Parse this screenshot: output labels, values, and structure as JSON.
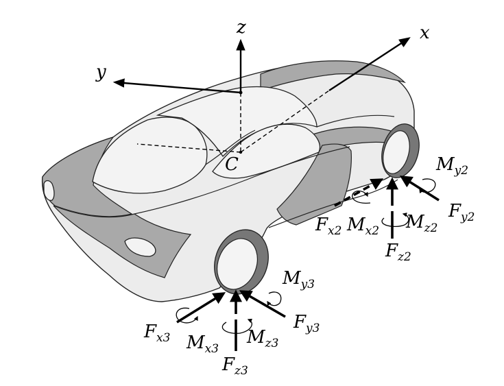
{
  "labels": {
    "axis_x": "x",
    "axis_y": "y",
    "axis_z": "z",
    "center": "C",
    "F": "F",
    "M": "M",
    "x2": "x2",
    "y2": "y2",
    "z2": "z2",
    "x3": "x3",
    "y3": "y3",
    "z3": "z3"
  },
  "colors": {
    "body": "#ececec",
    "stripe": "#a9a9a9",
    "tire": "#777777",
    "ink": "#000000"
  }
}
